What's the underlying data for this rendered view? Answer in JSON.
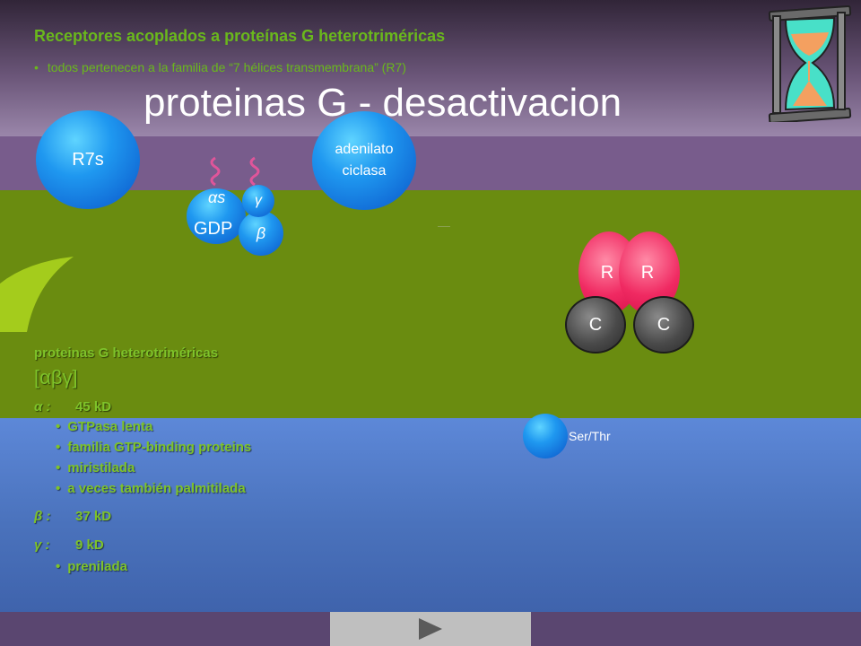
{
  "slide": {
    "heading": "Receptores acoplados a proteínas G heterotriméricas",
    "subline": "todos pertenecen a la familia de “7 hélices transmembrana” (R7)",
    "title": "proteinas G - desactivacion"
  },
  "diagram": {
    "receptor_label": "R7s",
    "adenylate_label_1": "adenilato",
    "adenylate_label_2": "ciclasa",
    "alpha_symbol": "αs",
    "gdp_label": "GDP",
    "beta_symbol": "β",
    "gamma_symbol": "γ",
    "regulatory_1": "R",
    "regulatory_2": "R",
    "catalytic_1": "C",
    "catalytic_2": "C",
    "kinase_label": "Ser/Thr"
  },
  "info": {
    "title": "proteinas G heterotriméricas",
    "notation": "[αβγ]",
    "alpha": {
      "symbol": "α :",
      "weight": "45 kD",
      "bullets": [
        "GTPasa lenta",
        "familia GTP-binding proteins",
        "miristilada",
        "a veces también palmitilada"
      ]
    },
    "beta": {
      "symbol": "β :",
      "weight": "37 kD"
    },
    "gamma": {
      "symbol": "γ :",
      "weight": "9 kD",
      "bullets": [
        "prenilada"
      ]
    }
  },
  "colors": {
    "green_text": "#7ec32a",
    "sphere_blue": "#1f98f0",
    "regulatory_pink": "#f02a62",
    "catalytic_gray": "#4a4a4a",
    "lipid_pink": "#e0559a"
  },
  "icons": {
    "hourglass": "hourglass-icon",
    "play": "play-triangle-icon"
  }
}
